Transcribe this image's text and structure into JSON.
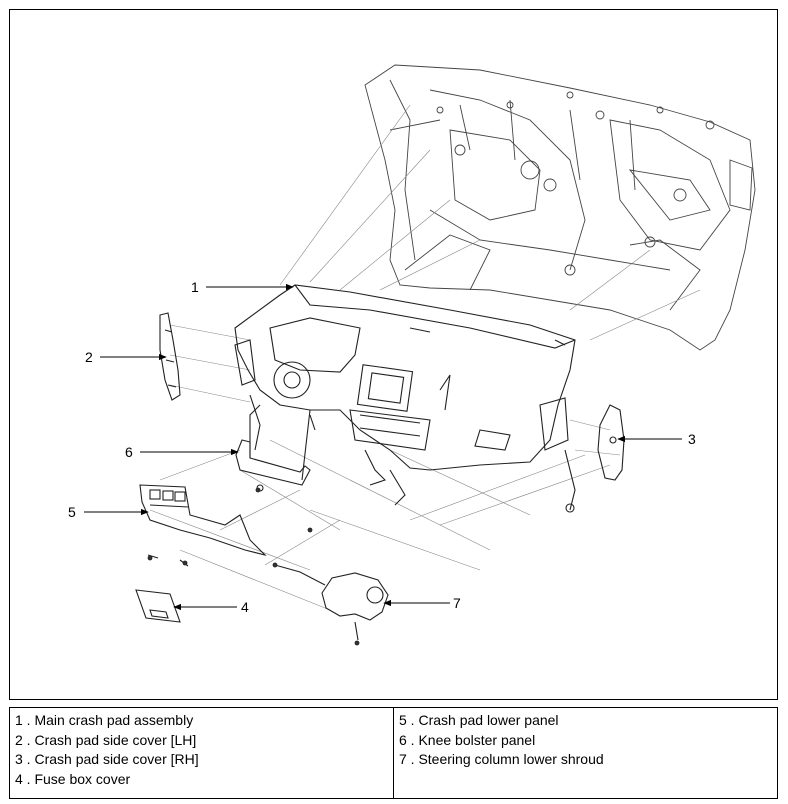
{
  "diagram": {
    "callouts": [
      "1",
      "2",
      "3",
      "4",
      "5",
      "6",
      "7"
    ]
  },
  "legend": {
    "left": [
      "1 . Main crash pad assembly",
      "2 . Crash pad side cover [LH]",
      "3 . Crash pad side cover [RH]",
      "4 . Fuse box cover"
    ],
    "right": [
      "5 . Crash pad lower panel",
      "6 . Knee bolster panel",
      "7 . Steering column lower shroud"
    ]
  }
}
